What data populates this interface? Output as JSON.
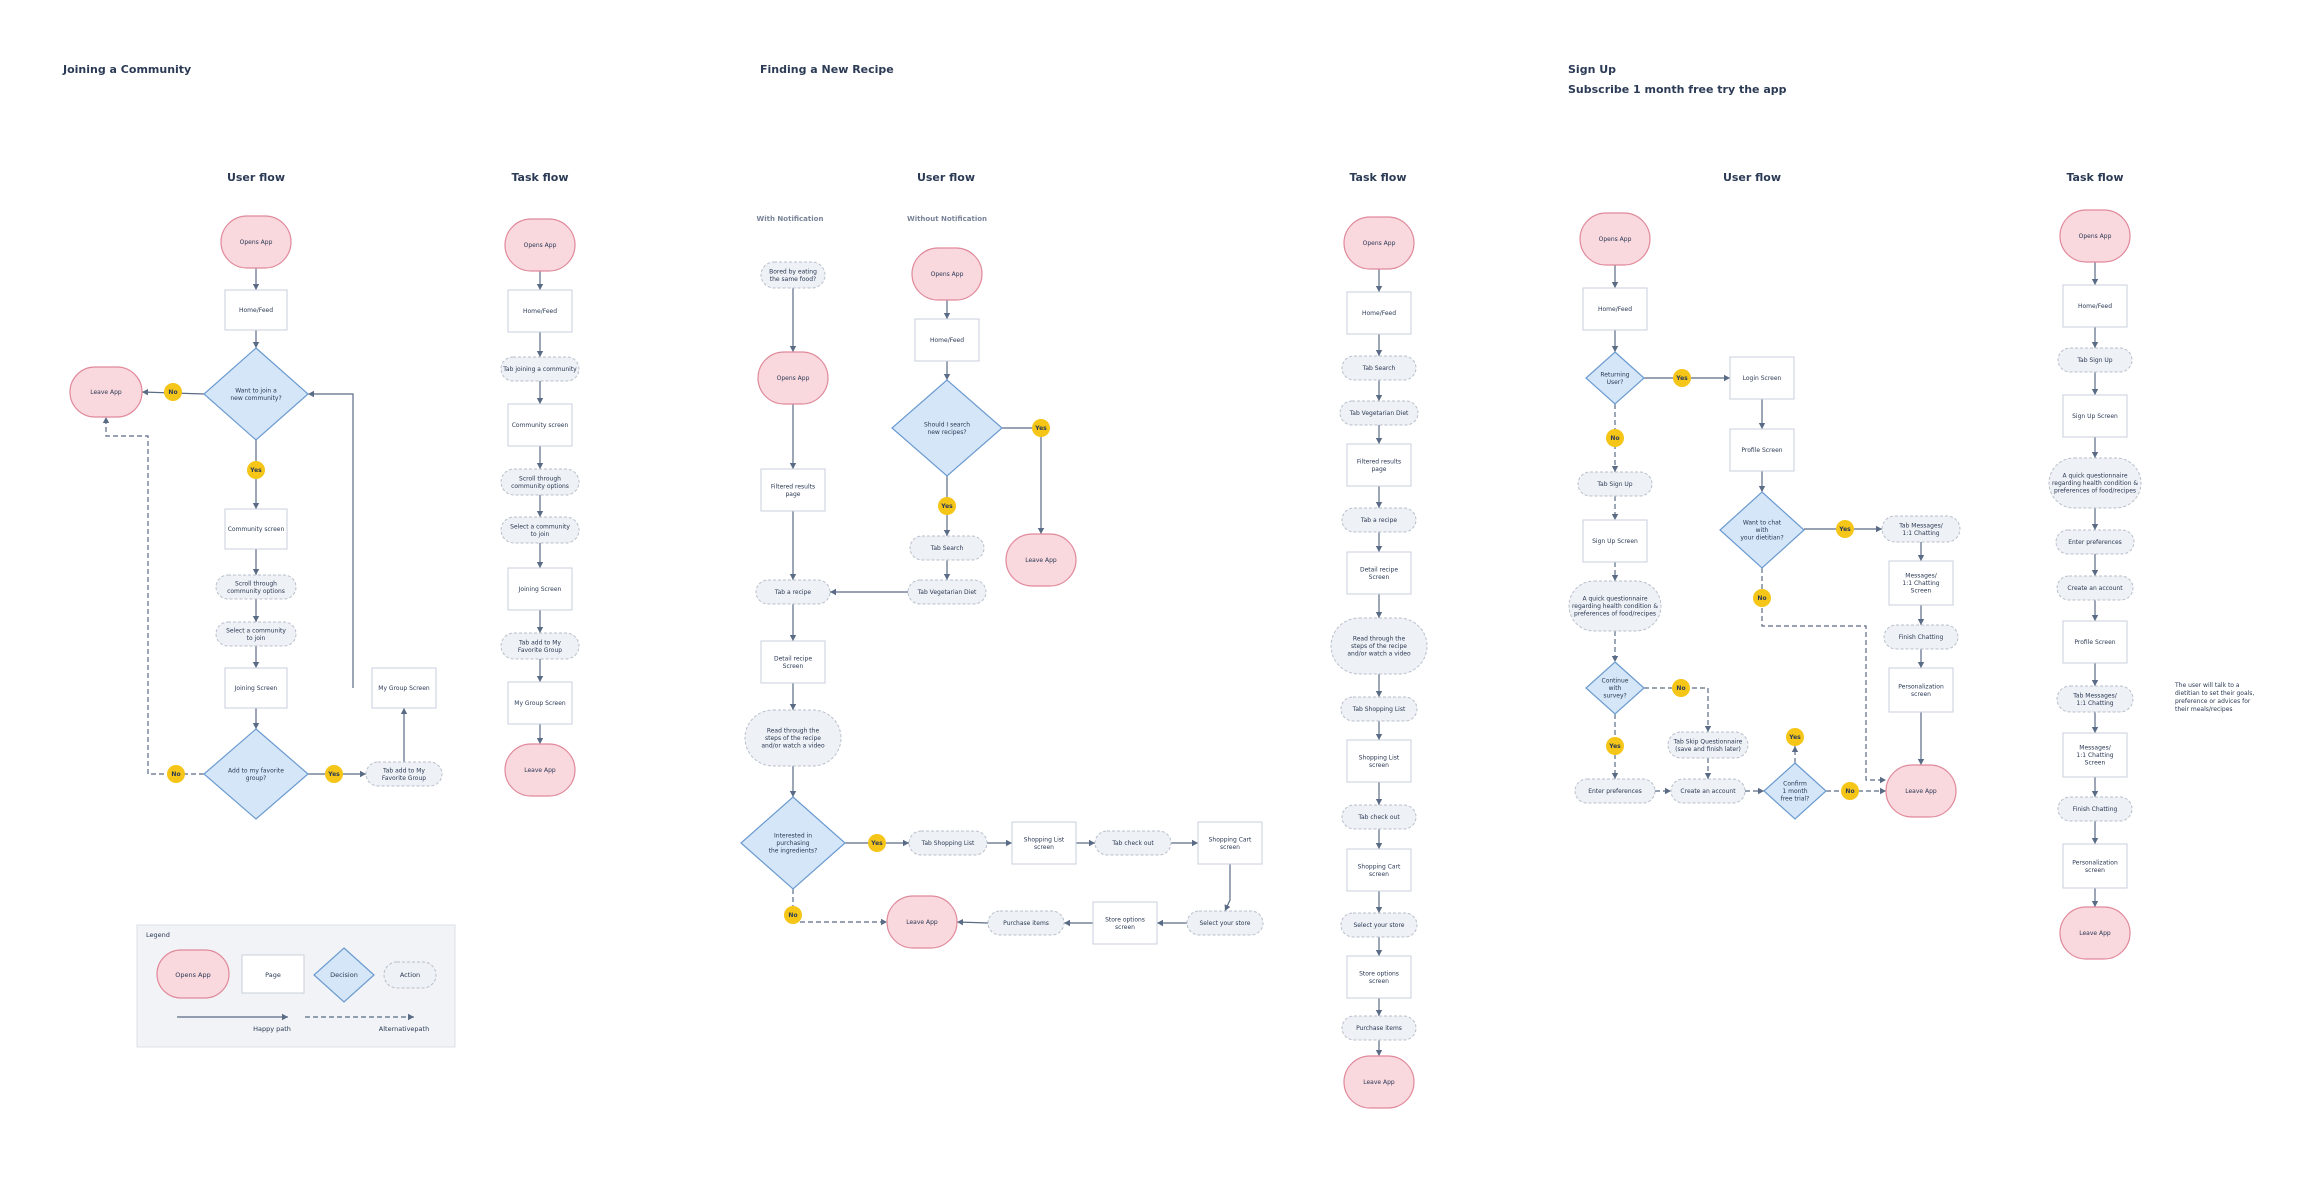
{
  "sections": {
    "community": {
      "title": "Joining a Community"
    },
    "recipe": {
      "title": "Finding a New Recipe"
    },
    "signup": {
      "title": "Sign Up",
      "subtitle": "Subscribe 1 month free try the app"
    }
  },
  "columns": {
    "community_user": "User flow",
    "community_task": "Task flow",
    "recipe_user": "User flow",
    "recipe_task": "Task flow",
    "signup_user": "User flow",
    "signup_task": "Task flow"
  },
  "branches": {
    "with_notification": "With Notification",
    "without_notification": "Without Notification"
  },
  "node_types": {
    "terminal": {
      "fill": "#f9d8de",
      "stroke": "#e0899a"
    },
    "page": {
      "fill": "#ffffff",
      "stroke": "#c9d0dc"
    },
    "decision": {
      "fill": "#d4e6f7",
      "stroke": "#6a9ad0"
    },
    "action": {
      "fill": "#eef1f5",
      "stroke": "#b8c0cc"
    },
    "badge": {
      "fill": "#f5c518"
    },
    "line": {
      "color": "#5a6b85"
    }
  },
  "nodes": [
    {
      "id": "c_open",
      "type": "terminal",
      "label": "Opens App"
    },
    {
      "id": "c_home",
      "type": "page",
      "label": "Home/Feed"
    },
    {
      "id": "c_want",
      "type": "decision",
      "label": "Want to join a|new community?"
    },
    {
      "id": "c_leave",
      "type": "terminal",
      "label": "Leave App"
    },
    {
      "id": "c_no1",
      "type": "badge",
      "label": "No"
    },
    {
      "id": "c_yes1",
      "type": "badge",
      "label": "Yes"
    },
    {
      "id": "c_comm",
      "type": "page",
      "label": "Community screen"
    },
    {
      "id": "c_scroll",
      "type": "action",
      "label": "Scroll through|community options"
    },
    {
      "id": "c_select",
      "type": "action",
      "label": "Select a community|to join"
    },
    {
      "id": "c_join",
      "type": "page",
      "label": "Joining Screen"
    },
    {
      "id": "c_add",
      "type": "decision",
      "label": "Add to my favorite|group?"
    },
    {
      "id": "c_no2",
      "type": "badge",
      "label": "No"
    },
    {
      "id": "c_yes2",
      "type": "badge",
      "label": "Yes"
    },
    {
      "id": "c_tabadd",
      "type": "action",
      "label": "Tab add to My|Favorite Group"
    },
    {
      "id": "c_mygroup",
      "type": "page",
      "label": "My Group Screen"
    },
    {
      "id": "ct_open",
      "type": "terminal",
      "label": "Opens App"
    },
    {
      "id": "ct_home",
      "type": "page",
      "label": "Home/Feed"
    },
    {
      "id": "ct_tabjoin",
      "type": "action",
      "label": "Tab joining a community"
    },
    {
      "id": "ct_comm",
      "type": "page",
      "label": "Community screen"
    },
    {
      "id": "ct_scroll",
      "type": "action",
      "label": "Scroll through|community options"
    },
    {
      "id": "ct_select",
      "type": "action",
      "label": "Select a community|to join"
    },
    {
      "id": "ct_join",
      "type": "page",
      "label": "Joining Screen"
    },
    {
      "id": "ct_tabadd",
      "type": "action",
      "label": "Tab add to My|Favorite Group"
    },
    {
      "id": "ct_mygroup",
      "type": "page",
      "label": "My Group Screen"
    },
    {
      "id": "ct_leave",
      "type": "terminal",
      "label": "Leave App"
    },
    {
      "id": "r_bored",
      "type": "action",
      "label": "Bored by eating|the same food?"
    },
    {
      "id": "r_open1",
      "type": "terminal",
      "label": "Opens App"
    },
    {
      "id": "r_filtered",
      "type": "page",
      "label": "Filtered results|page"
    },
    {
      "id": "r_tabrecipe",
      "type": "action",
      "label": "Tab a recipe"
    },
    {
      "id": "r_detail",
      "type": "page",
      "label": "Detail recipe|Screen"
    },
    {
      "id": "r_read",
      "type": "action",
      "label": "Read through the|steps of the recipe|and/or watch a video"
    },
    {
      "id": "r_interest",
      "type": "decision",
      "label": "Interested in|purchasing|the ingredients?"
    },
    {
      "id": "r_yes1",
      "type": "badge",
      "label": "Yes"
    },
    {
      "id": "r_no1",
      "type": "badge",
      "label": "No"
    },
    {
      "id": "r_leave1",
      "type": "terminal",
      "label": "Leave App"
    },
    {
      "id": "r_tabshop",
      "type": "action",
      "label": "Tab Shopping List"
    },
    {
      "id": "r_shoplist",
      "type": "page",
      "label": "Shopping List|screen"
    },
    {
      "id": "r_checkout",
      "type": "action",
      "label": "Tab check out"
    },
    {
      "id": "r_cart",
      "type": "page",
      "label": "Shopping Cart|screen"
    },
    {
      "id": "r_selstore",
      "type": "action",
      "label": "Select your store"
    },
    {
      "id": "r_storeopt",
      "type": "page",
      "label": "Store options|screen"
    },
    {
      "id": "r_purchase",
      "type": "action",
      "label": "Purchase items"
    },
    {
      "id": "r_open2",
      "type": "terminal",
      "label": "Opens App"
    },
    {
      "id": "r_home2",
      "type": "page",
      "label": "Home/Feed"
    },
    {
      "id": "r_should",
      "type": "decision",
      "label": "Should I search|new recipes?"
    },
    {
      "id": "r_yes2",
      "type": "badge",
      "label": "Yes"
    },
    {
      "id": "r_yes3",
      "type": "badge",
      "label": "Yes"
    },
    {
      "id": "r_leave2",
      "type": "terminal",
      "label": "Leave App"
    },
    {
      "id": "r_tabsearch",
      "type": "action",
      "label": "Tab Search"
    },
    {
      "id": "r_tabveg",
      "type": "action",
      "label": "Tab Vegetarian Diet"
    },
    {
      "id": "rt_open",
      "type": "terminal",
      "label": "Opens App"
    },
    {
      "id": "rt_home",
      "type": "page",
      "label": "Home/Feed"
    },
    {
      "id": "rt_search",
      "type": "action",
      "label": "Tab Search"
    },
    {
      "id": "rt_veg",
      "type": "action",
      "label": "Tab Vegetarian Diet"
    },
    {
      "id": "rt_filtered",
      "type": "page",
      "label": "Filtered results|page"
    },
    {
      "id": "rt_tabrecipe",
      "type": "action",
      "label": "Tab a recipe"
    },
    {
      "id": "rt_detail",
      "type": "page",
      "label": "Detail recipe|Screen"
    },
    {
      "id": "rt_read",
      "type": "action",
      "label": "Read through the|steps of the recipe|and/or watch a video"
    },
    {
      "id": "rt_tabshop",
      "type": "action",
      "label": "Tab Shopping List"
    },
    {
      "id": "rt_shoplist",
      "type": "page",
      "label": "Shopping List|screen"
    },
    {
      "id": "rt_checkout",
      "type": "action",
      "label": "Tab check out"
    },
    {
      "id": "rt_cart",
      "type": "page",
      "label": "Shopping Cart|screen"
    },
    {
      "id": "rt_selstore",
      "type": "action",
      "label": "Select your store"
    },
    {
      "id": "rt_storeopt",
      "type": "page",
      "label": "Store options|screen"
    },
    {
      "id": "rt_purchase",
      "type": "action",
      "label": "Purchase items"
    },
    {
      "id": "rt_leave",
      "type": "terminal",
      "label": "Leave App"
    },
    {
      "id": "s_open",
      "type": "terminal",
      "label": "Opens App"
    },
    {
      "id": "s_home",
      "type": "page",
      "label": "Home/Feed"
    },
    {
      "id": "s_return",
      "type": "decision",
      "label": "Returning|User?"
    },
    {
      "id": "s_yes1",
      "type": "badge",
      "label": "Yes"
    },
    {
      "id": "s_no1",
      "type": "badge",
      "label": "No"
    },
    {
      "id": "s_login",
      "type": "page",
      "label": "Login Screen"
    },
    {
      "id": "s_profile",
      "type": "page",
      "label": "Profile Screen"
    },
    {
      "id": "s_chat",
      "type": "decision",
      "label": "Want to chat|with|your dietitian?"
    },
    {
      "id": "s_yes2",
      "type": "badge",
      "label": "Yes"
    },
    {
      "id": "s_no2",
      "type": "badge",
      "label": "No"
    },
    {
      "id": "s_tabmsg",
      "type": "action",
      "label": "Tab Messages/|1:1 Chatting"
    },
    {
      "id": "s_msgs",
      "type": "page",
      "label": "Messages/|1:1 Chatting|Screen"
    },
    {
      "id": "s_finish",
      "type": "action",
      "label": "Finish Chatting"
    },
    {
      "id": "s_person",
      "type": "page",
      "label": "Personalization|screen"
    },
    {
      "id": "s_leave",
      "type": "terminal",
      "label": "Leave App"
    },
    {
      "id": "s_tabsign",
      "type": "action",
      "label": "Tab Sign Up"
    },
    {
      "id": "s_signscr",
      "type": "page",
      "label": "Sign Up Screen"
    },
    {
      "id": "s_quest",
      "type": "action",
      "label": "A quick questionnaire|regarding health condition &|preferences of food/recipes"
    },
    {
      "id": "s_cont",
      "type": "decision",
      "label": "Continue|with|survey?"
    },
    {
      "id": "s_yes3",
      "type": "badge",
      "label": "Yes"
    },
    {
      "id": "s_no3",
      "type": "badge",
      "label": "No"
    },
    {
      "id": "s_skip",
      "type": "action",
      "label": "Tab Skip Questionnaire|(save and finish later)"
    },
    {
      "id": "s_enter",
      "type": "action",
      "label": "Enter preferences"
    },
    {
      "id": "s_create",
      "type": "action",
      "label": "Create an account"
    },
    {
      "id": "s_confirm",
      "type": "decision",
      "label": "Confirm|1 month|free trial?"
    },
    {
      "id": "s_yes4",
      "type": "badge",
      "label": "Yes"
    },
    {
      "id": "s_no4",
      "type": "badge",
      "label": "No"
    },
    {
      "id": "st_open",
      "type": "terminal",
      "label": "Opens App"
    },
    {
      "id": "st_home",
      "type": "page",
      "label": "Home/Feed"
    },
    {
      "id": "st_tabsign",
      "type": "action",
      "label": "Tab Sign Up"
    },
    {
      "id": "st_signscr",
      "type": "page",
      "label": "Sign Up Screen"
    },
    {
      "id": "st_quest",
      "type": "action",
      "label": "A quick questionnaire|regarding health condition &|preferences of food/recipes"
    },
    {
      "id": "st_enter",
      "type": "action",
      "label": "Enter preferences"
    },
    {
      "id": "st_create",
      "type": "action",
      "label": "Create an account"
    },
    {
      "id": "st_profile",
      "type": "page",
      "label": "Profile Screen"
    },
    {
      "id": "st_tabmsg",
      "type": "action",
      "label": "Tab Messages/|1:1 Chatting"
    },
    {
      "id": "st_msgs",
      "type": "page",
      "label": "Messages/|1:1 Chatting|Screen"
    },
    {
      "id": "st_finish",
      "type": "action",
      "label": "Finish Chatting"
    },
    {
      "id": "st_person",
      "type": "page",
      "label": "Personalization|screen"
    },
    {
      "id": "st_leave",
      "type": "terminal",
      "label": "Leave App"
    }
  ],
  "edges": [
    {
      "from": "c_open",
      "to": "c_home",
      "style": "solid"
    },
    {
      "from": "c_home",
      "to": "c_want",
      "style": "solid"
    },
    {
      "from": "c_want",
      "to": "c_leave",
      "style": "solid",
      "via": "c_no1"
    },
    {
      "from": "c_want",
      "to": "c_comm",
      "style": "solid",
      "via": "c_yes1"
    },
    {
      "from": "c_comm",
      "to": "c_scroll",
      "style": "solid"
    },
    {
      "from": "c_scroll",
      "to": "c_select",
      "style": "solid"
    },
    {
      "from": "c_select",
      "to": "c_join",
      "style": "solid"
    },
    {
      "from": "c_join",
      "to": "c_add",
      "style": "solid"
    },
    {
      "from": "c_add",
      "to": "c_tabadd",
      "style": "solid",
      "via": "c_yes2"
    },
    {
      "from": "c_tabadd",
      "to": "c_mygroup",
      "style": "solid"
    },
    {
      "from": "c_mygroup",
      "to": "c_want",
      "style": "solid"
    },
    {
      "from": "c_add",
      "to": "c_leave",
      "style": "dashed",
      "via": "c_no2"
    },
    {
      "from": "ct_open",
      "to": "ct_home",
      "style": "solid"
    },
    {
      "from": "ct_home",
      "to": "ct_tabjoin",
      "style": "solid"
    },
    {
      "from": "ct_tabjoin",
      "to": "ct_comm",
      "style": "solid"
    },
    {
      "from": "ct_comm",
      "to": "ct_scroll",
      "style": "solid"
    },
    {
      "from": "ct_scroll",
      "to": "ct_select",
      "style": "solid"
    },
    {
      "from": "ct_select",
      "to": "ct_join",
      "style": "solid"
    },
    {
      "from": "ct_join",
      "to": "ct_tabadd",
      "style": "solid"
    },
    {
      "from": "ct_tabadd",
      "to": "ct_mygroup",
      "style": "solid"
    },
    {
      "from": "ct_mygroup",
      "to": "ct_leave",
      "style": "solid"
    },
    {
      "from": "r_bored",
      "to": "r_open1",
      "style": "solid"
    },
    {
      "from": "r_open1",
      "to": "r_filtered",
      "style": "solid"
    },
    {
      "from": "r_filtered",
      "to": "r_tabrecipe",
      "style": "solid"
    },
    {
      "from": "r_tabrecipe",
      "to": "r_detail",
      "style": "solid"
    },
    {
      "from": "r_detail",
      "to": "r_read",
      "style": "solid"
    },
    {
      "from": "r_read",
      "to": "r_interest",
      "style": "solid"
    },
    {
      "from": "r_interest",
      "to": "r_tabshop",
      "style": "solid",
      "via": "r_yes1"
    },
    {
      "from": "r_tabshop",
      "to": "r_shoplist",
      "style": "solid"
    },
    {
      "from": "r_shoplist",
      "to": "r_checkout",
      "style": "solid"
    },
    {
      "from": "r_checkout",
      "to": "r_cart",
      "style": "solid"
    },
    {
      "from": "r_cart",
      "to": "r_selstore",
      "style": "solid"
    },
    {
      "from": "r_selstore",
      "to": "r_storeopt",
      "style": "solid"
    },
    {
      "from": "r_storeopt",
      "to": "r_purchase",
      "style": "solid"
    },
    {
      "from": "r_purchase",
      "to": "r_leave1",
      "style": "solid"
    },
    {
      "from": "r_interest",
      "to": "r_leave1",
      "style": "dashed",
      "via": "r_no1"
    },
    {
      "from": "r_open2",
      "to": "r_home2",
      "style": "solid"
    },
    {
      "from": "r_home2",
      "to": "r_should",
      "style": "solid"
    },
    {
      "from": "r_should",
      "to": "r_tabsearch",
      "style": "solid",
      "via": "r_yes2"
    },
    {
      "from": "r_tabsearch",
      "to": "r_tabveg",
      "style": "solid"
    },
    {
      "from": "r_tabveg",
      "to": "r_tabrecipe",
      "style": "solid"
    },
    {
      "from": "r_should",
      "to": "r_leave2",
      "style": "solid",
      "via": "r_yes3"
    },
    {
      "from": "rt_open",
      "to": "rt_home",
      "style": "solid"
    },
    {
      "from": "rt_home",
      "to": "rt_search",
      "style": "solid"
    },
    {
      "from": "rt_search",
      "to": "rt_veg",
      "style": "solid"
    },
    {
      "from": "rt_veg",
      "to": "rt_filtered",
      "style": "solid"
    },
    {
      "from": "rt_filtered",
      "to": "rt_tabrecipe",
      "style": "solid"
    },
    {
      "from": "rt_tabrecipe",
      "to": "rt_detail",
      "style": "solid"
    },
    {
      "from": "rt_detail",
      "to": "rt_read",
      "style": "solid"
    },
    {
      "from": "rt_read",
      "to": "rt_tabshop",
      "style": "solid"
    },
    {
      "from": "rt_tabshop",
      "to": "rt_shoplist",
      "style": "solid"
    },
    {
      "from": "rt_shoplist",
      "to": "rt_checkout",
      "style": "solid"
    },
    {
      "from": "rt_checkout",
      "to": "rt_cart",
      "style": "solid"
    },
    {
      "from": "rt_cart",
      "to": "rt_selstore",
      "style": "solid"
    },
    {
      "from": "rt_selstore",
      "to": "rt_storeopt",
      "style": "solid"
    },
    {
      "from": "rt_storeopt",
      "to": "rt_purchase",
      "style": "solid"
    },
    {
      "from": "rt_purchase",
      "to": "rt_leave",
      "style": "solid"
    },
    {
      "from": "s_open",
      "to": "s_home",
      "style": "solid"
    },
    {
      "from": "s_home",
      "to": "s_return",
      "style": "solid"
    },
    {
      "from": "s_return",
      "to": "s_login",
      "style": "solid",
      "via": "s_yes1"
    },
    {
      "from": "s_login",
      "to": "s_profile",
      "style": "solid"
    },
    {
      "from": "s_profile",
      "to": "s_chat",
      "style": "solid"
    },
    {
      "from": "s_chat",
      "to": "s_tabmsg",
      "style": "solid",
      "via": "s_yes2"
    },
    {
      "from": "s_tabmsg",
      "to": "s_msgs",
      "style": "solid"
    },
    {
      "from": "s_msgs",
      "to": "s_finish",
      "style": "solid"
    },
    {
      "from": "s_finish",
      "to": "s_person",
      "style": "solid"
    },
    {
      "from": "s_person",
      "to": "s_leave",
      "style": "solid"
    },
    {
      "from": "s_chat",
      "to": "s_leave",
      "style": "dashed",
      "via": "s_no2"
    },
    {
      "from": "s_return",
      "to": "s_tabsign",
      "style": "dashed",
      "via": "s_no1"
    },
    {
      "from": "s_tabsign",
      "to": "s_signscr",
      "style": "dashed"
    },
    {
      "from": "s_signscr",
      "to": "s_quest",
      "style": "dashed"
    },
    {
      "from": "s_quest",
      "to": "s_cont",
      "style": "dashed"
    },
    {
      "from": "s_cont",
      "to": "s_enter",
      "style": "dashed",
      "via": "s_yes3"
    },
    {
      "from": "s_cont",
      "to": "s_skip",
      "style": "dashed",
      "via": "s_no3"
    },
    {
      "from": "s_enter",
      "to": "s_create",
      "style": "dashed"
    },
    {
      "from": "s_skip",
      "to": "s_create",
      "style": "dashed"
    },
    {
      "from": "s_create",
      "to": "s_confirm",
      "style": "dashed"
    },
    {
      "from": "s_confirm",
      "to": "s_leave",
      "style": "dashed",
      "via": "s_no4"
    },
    {
      "from": "s_confirm",
      "to": "s_yes4",
      "style": "dashed"
    },
    {
      "from": "st_open",
      "to": "st_home",
      "style": "solid"
    },
    {
      "from": "st_home",
      "to": "st_tabsign",
      "style": "solid"
    },
    {
      "from": "st_tabsign",
      "to": "st_signscr",
      "style": "solid"
    },
    {
      "from": "st_signscr",
      "to": "st_quest",
      "style": "solid"
    },
    {
      "from": "st_quest",
      "to": "st_enter",
      "style": "solid"
    },
    {
      "from": "st_enter",
      "to": "st_create",
      "style": "solid"
    },
    {
      "from": "st_create",
      "to": "st_profile",
      "style": "solid"
    },
    {
      "from": "st_profile",
      "to": "st_tabmsg",
      "style": "solid"
    },
    {
      "from": "st_tabmsg",
      "to": "st_msgs",
      "style": "solid"
    },
    {
      "from": "st_msgs",
      "to": "st_finish",
      "style": "solid"
    },
    {
      "from": "st_finish",
      "to": "st_person",
      "style": "solid"
    },
    {
      "from": "st_person",
      "to": "st_leave",
      "style": "solid"
    }
  ],
  "signup_note": "The user will talk to a|dietitian to set their goals,|preference or advices for|their meals/recipes",
  "legend": {
    "title": "Legend",
    "terminal": "Opens App",
    "page": "Page",
    "decision": "Decision",
    "action": "Action",
    "happy_path": "Happy path",
    "alternative_path": "Alternativepath"
  }
}
